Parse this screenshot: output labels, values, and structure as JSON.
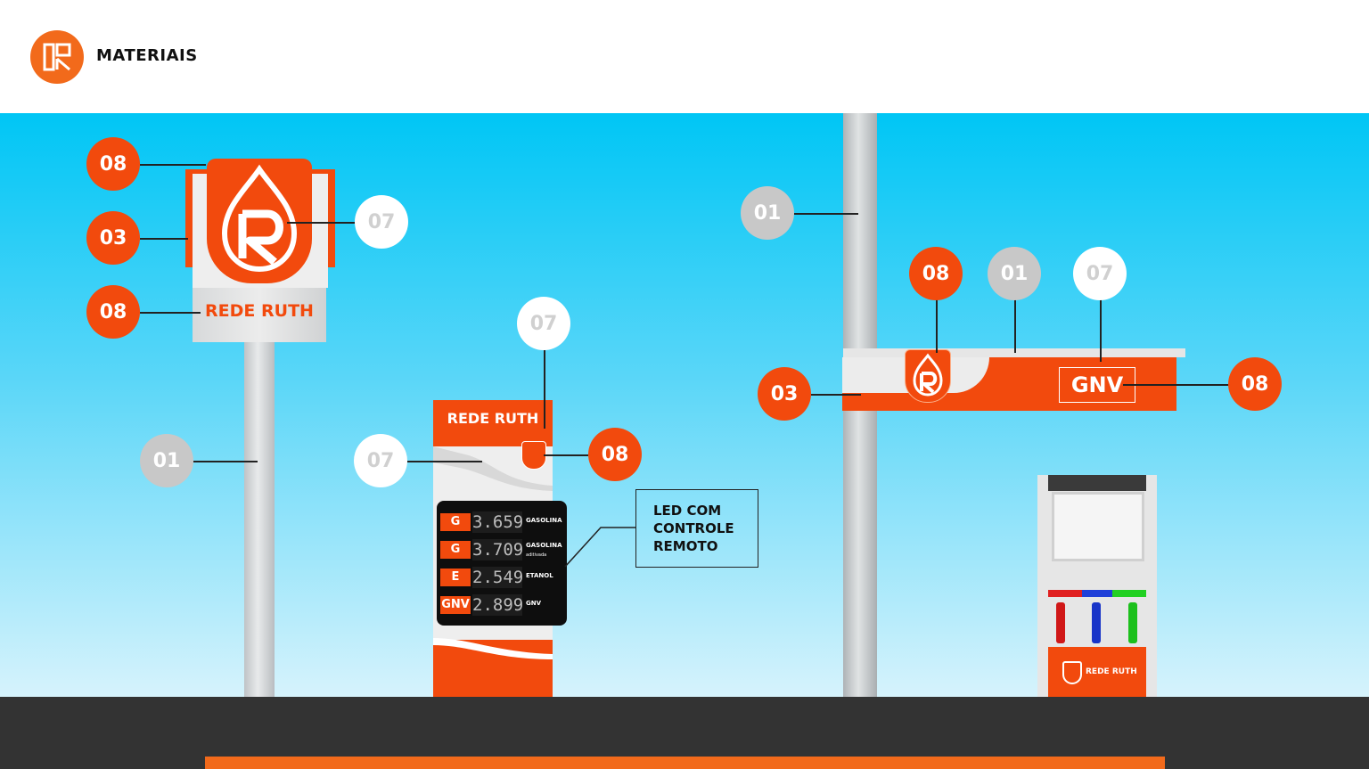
{
  "header": {
    "title": "MATERIAIS"
  },
  "totem": {
    "name": "REDE RUTH"
  },
  "price_board": {
    "name": "REDE RUTH",
    "prices": [
      {
        "code": "G",
        "value": "3.659",
        "fuel": "GASOLINA",
        "sub": ""
      },
      {
        "code": "G",
        "value": "3.709",
        "fuel": "GASOLINA",
        "sub": "aditivada"
      },
      {
        "code": "E",
        "value": "2.549",
        "fuel": "ETANOL",
        "sub": ""
      },
      {
        "code": "GNV",
        "value": "2.899",
        "fuel": "GNV",
        "sub": ""
      }
    ]
  },
  "callout": {
    "line1": "LED COM",
    "line2": "CONTROLE",
    "line3": "REMOTO"
  },
  "canopy": {
    "gnv": "GNV"
  },
  "pump": {
    "name": "REDE RUTH"
  },
  "badges": {
    "totem_top": "08",
    "totem_side": "03",
    "totem_name": "08",
    "totem_logo": "07",
    "totem_pole": "01",
    "board_top": "07",
    "board_panel": "07",
    "board_logo": "08",
    "canopy_pole": "01",
    "canopy_logo": "08",
    "canopy_top": "01",
    "canopy_white": "07",
    "canopy_side": "03",
    "canopy_gnv": "08"
  },
  "colors": {
    "brand": "#f24a0d",
    "sky": "#00c6f5",
    "ground": "#333333"
  }
}
